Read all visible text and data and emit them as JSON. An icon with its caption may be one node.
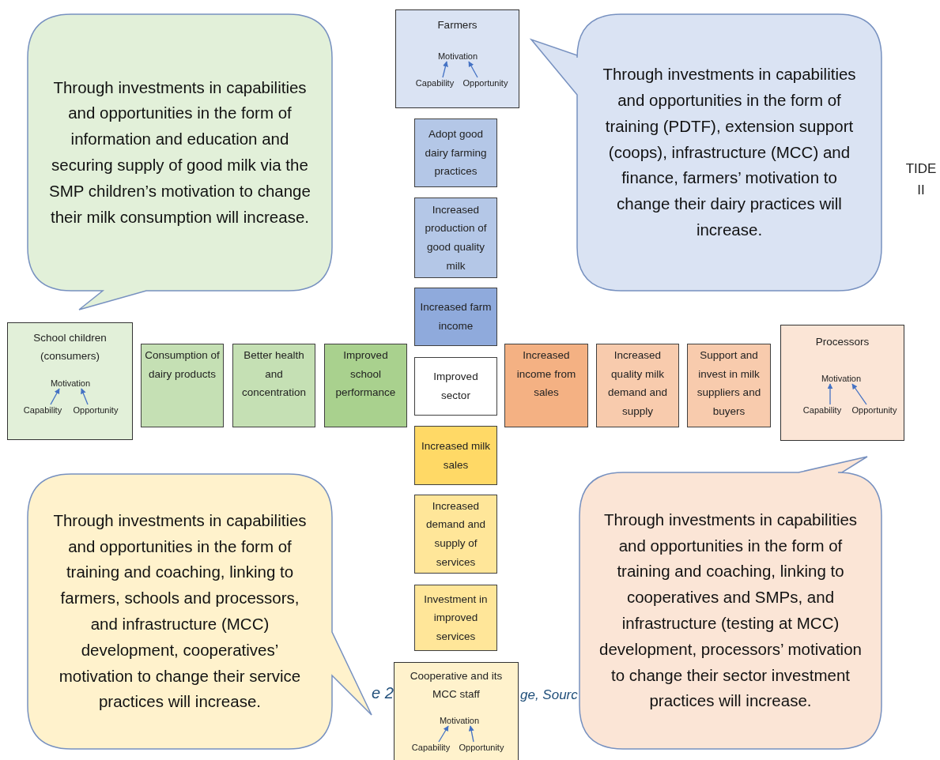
{
  "diagram": {
    "nodes": [
      {
        "text": [
          "Farmers"
        ]
      },
      {
        "text": [
          "Motivation"
        ],
        "in": 0
      },
      {
        "text": [
          "Capability"
        ],
        "in": 0
      },
      {
        "text": [
          "Opportunity"
        ],
        "in": 0
      },
      {
        "text": [
          "Through investments in capabilities and opportunities in the form of information and education and securing supply of good milk via the SMP children’s motivation to change their milk consumption will increase."
        ]
      },
      {
        "text": [
          "Through investments in capabilities and opportunities in the form of training (PDTF), extension support (coops), infrastructure (MCC) and finance, farmers’ motivation to change their dairy practices will increase."
        ]
      },
      {
        "text": [
          "Adopt good dairy farming practices"
        ]
      },
      {
        "text": [
          "Increased production of good quality milk"
        ]
      },
      {
        "text": [
          "Increased farm income"
        ]
      },
      {
        "text": [
          "School children (consumers)"
        ]
      },
      {
        "text": [
          "Motivation"
        ],
        "in": 9
      },
      {
        "text": [
          "Capability"
        ],
        "in": 9
      },
      {
        "text": [
          "Opportunity"
        ],
        "in": 9
      },
      {
        "text": [
          "Consumption of dairy products"
        ]
      },
      {
        "text": [
          "Better health and concentration"
        ]
      },
      {
        "text": [
          "Improved school performance"
        ]
      },
      {
        "text": [
          "Improved sector"
        ]
      },
      {
        "text": [
          "Increased income from sales"
        ]
      },
      {
        "text": [
          "Increased quality milk demand and supply"
        ]
      },
      {
        "text": [
          "Support and invest in milk suppliers and buyers"
        ]
      },
      {
        "text": [
          "Processors"
        ]
      },
      {
        "text": [
          "Motivation"
        ],
        "in": 20
      },
      {
        "text": [
          "Capability"
        ],
        "in": 20
      },
      {
        "text": [
          "Opportunity"
        ],
        "in": 20
      },
      {
        "text": [
          "Increased milk sales"
        ]
      },
      {
        "text": [
          "Increased demand and supply of services"
        ]
      },
      {
        "text": [
          "Investment in improved services"
        ]
      },
      {
        "text": [
          "Through investments in capabilities and opportunities in the form of training and coaching, linking to farmers, schools and processors, and infrastructure (MCC) development, cooperatives’ motivation to change their service practices will increase."
        ]
      },
      {
        "text": [
          "Through investments in capabilities and opportunities in the form of training and coaching, linking to cooperatives and SMPs, and infrastructure (testing at MCC) development, processors’ motivation to change their sector investment practices will increase."
        ]
      },
      {
        "text": [
          "Cooperative and its MCC staff"
        ]
      },
      {
        "text": [
          "Motivation"
        ],
        "in": 29
      },
      {
        "text": [
          "Capability"
        ],
        "in": 29
      },
      {
        "text": [
          "Opportunity"
        ],
        "in": 29
      }
    ],
    "edges": [
      {
        "from": 2,
        "to": 1,
        "arrow": "to"
      },
      {
        "from": 3,
        "to": 1,
        "arrow": "to"
      },
      {
        "from": 11,
        "to": 10,
        "arrow": "to"
      },
      {
        "from": 12,
        "to": 10,
        "arrow": "to"
      },
      {
        "from": 22,
        "to": 21,
        "arrow": "to"
      },
      {
        "from": 23,
        "to": 21,
        "arrow": "to"
      },
      {
        "from": 31,
        "to": 30,
        "arrow": "to"
      },
      {
        "from": 32,
        "to": 30,
        "arrow": "to"
      }
    ],
    "labels": [
      "TIDE II",
      "e 2",
      "ge, Sourc"
    ]
  }
}
